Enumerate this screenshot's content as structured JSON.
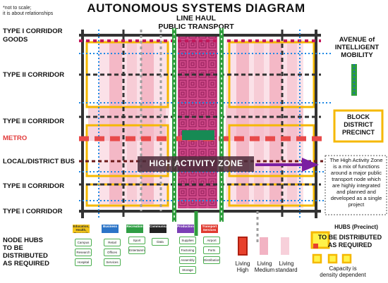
{
  "title": "AUTONOMOUS  SYSTEMS DIAGRAM",
  "subtitle_line1": "LINE HAUL",
  "subtitle_line2": "PUBLIC TRANSPORT",
  "note_line1": "*not to scale;",
  "note_line2": "it is about relationships",
  "left_labels": {
    "type1_top": "TYPE I CORRIDOR",
    "goods": "GOODS",
    "type2_a": "TYPE II CORRIDOR",
    "type2_b": "TYPE II CORRIDOR",
    "metro": "METRO",
    "bus": "LOCAL/DISTRICT BUS",
    "type2_c": "TYPE II CORRIDOR",
    "type1_bottom": "TYPE I CORRIDOR"
  },
  "right_labels": {
    "avenue_line1": "AVENUE of",
    "avenue_line2": "INTELLIGENT",
    "avenue_line3": "MOBILITY",
    "block_line1": "BLOCK",
    "block_line2": "DISTRICT",
    "block_line3": "PRECINCT"
  },
  "zone_label": "HIGH ACTIVITY ZONE",
  "callout_lines": [
    "The High Activity Zone",
    "is a mix of functions",
    "around a major public",
    "transport node which",
    "are highly integrated",
    "and planned and",
    "developed as a single",
    "project"
  ],
  "node_hubs": {
    "line1": "NODE HUBS",
    "line2": "TO BE DISTRIBUTED",
    "line3": "AS REQUIRED",
    "columns": [
      {
        "header": "Education, Health, Research",
        "color": "#f2c418",
        "items": [
          "Campus",
          "Research",
          "Hospital"
        ]
      },
      {
        "header": "Business",
        "color": "#2b74c7",
        "items": [
          "Retail",
          "Offices",
          "Services"
        ]
      },
      {
        "header": "Recreation",
        "color": "#2f9e44",
        "items": [
          "Sport",
          "Entertainment"
        ]
      },
      {
        "header": "Communication",
        "color": "#222222",
        "items": [
          "Data centres"
        ]
      },
      {
        "header": "Production",
        "color": "#7b3fb5",
        "items": [
          "Supplies",
          "Factoring",
          "Assembly",
          "Storage"
        ]
      },
      {
        "header": "Transport Services",
        "color": "#e03a2f",
        "items": [
          "Airport",
          "Ports",
          "Distribution"
        ]
      }
    ]
  },
  "hubs_precinct": {
    "title": "HUBS (Precinct)",
    "line1": "TO BE DISTRIBUTED",
    "line2": "AS REQUIRED",
    "capacity_line1": "Capacity is",
    "capacity_line2": "density dependent"
  },
  "living_legend": [
    {
      "line1": "Living",
      "line2": "High",
      "fill": "#e8412c",
      "border": "#b02010"
    },
    {
      "line1": "Living",
      "line2": "Medium",
      "fill": "#f2b3c3",
      "border": "#f2b3c3"
    },
    {
      "line1": "Living",
      "line2": "standard",
      "fill": "#f7d0da",
      "border": "#f7d0da"
    }
  ],
  "colors": {
    "dark_road": "#333333",
    "goods_magenta": "#c2185b",
    "block_orange": "#f5b800",
    "metro_red": "#e84a4a",
    "mobility_green": "#2e9e3c",
    "mobility_blue": "#1565c0",
    "zone_purple": "#7b1fa2"
  }
}
